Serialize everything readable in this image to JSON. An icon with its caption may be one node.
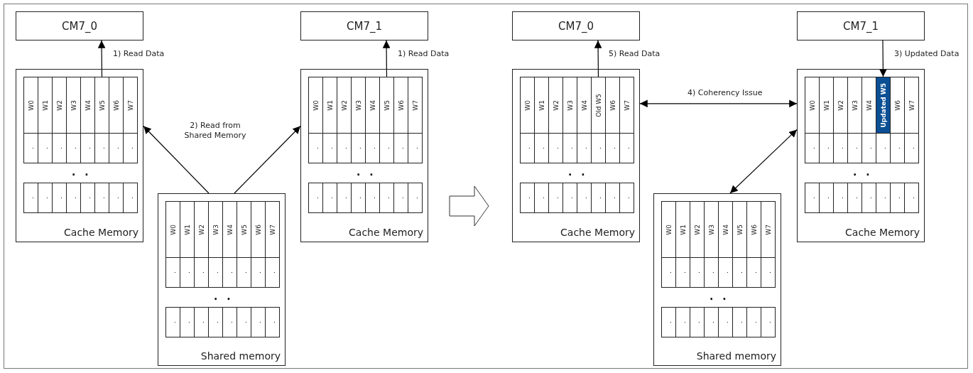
{
  "diagram": {
    "nodes": [
      {
        "text": [
          "CM7_0"
        ]
      },
      {
        "text": [
          "CM7_1"
        ]
      },
      {
        "text": [
          "CM7_0"
        ]
      },
      {
        "text": [
          "CM7_1"
        ]
      },
      {
        "text": [
          "Cache Memory"
        ]
      },
      {
        "text": [
          "W0"
        ],
        "in": 4
      },
      {
        "text": [
          "W1"
        ],
        "in": 4
      },
      {
        "text": [
          "W2"
        ],
        "in": 4
      },
      {
        "text": [
          "W3"
        ],
        "in": 4
      },
      {
        "text": [
          "W4"
        ],
        "in": 4
      },
      {
        "text": [
          "W5"
        ],
        "in": 4
      },
      {
        "text": [
          "W6"
        ],
        "in": 4
      },
      {
        "text": [
          "W7"
        ],
        "in": 4
      },
      {
        "text": [
          "."
        ],
        "in": 4
      },
      {
        "text": [
          "."
        ],
        "in": 4
      },
      {
        "text": [
          "."
        ],
        "in": 4
      },
      {
        "text": [
          "."
        ],
        "in": 4
      },
      {
        "text": [
          "."
        ],
        "in": 4
      },
      {
        "text": [
          "."
        ],
        "in": 4
      },
      {
        "text": [
          "."
        ],
        "in": 4
      },
      {
        "text": [
          "."
        ],
        "in": 4
      },
      {
        "text": [
          "."
        ],
        "in": 4
      },
      {
        "text": [
          "."
        ],
        "in": 4
      },
      {
        "text": [
          "."
        ],
        "in": 4
      },
      {
        "text": [
          "."
        ],
        "in": 4
      },
      {
        "text": [
          "."
        ],
        "in": 4
      },
      {
        "text": [
          "."
        ],
        "in": 4
      },
      {
        "text": [
          "."
        ],
        "in": 4
      },
      {
        "text": [
          "."
        ],
        "in": 4
      },
      {
        "text": [
          "Cache Memory"
        ]
      },
      {
        "text": [
          "W0"
        ],
        "in": 29
      },
      {
        "text": [
          "W1"
        ],
        "in": 29
      },
      {
        "text": [
          "W2"
        ],
        "in": 29
      },
      {
        "text": [
          "W3"
        ],
        "in": 29
      },
      {
        "text": [
          "W4"
        ],
        "in": 29
      },
      {
        "text": [
          "W5"
        ],
        "in": 29
      },
      {
        "text": [
          "W6"
        ],
        "in": 29
      },
      {
        "text": [
          "W7"
        ],
        "in": 29
      },
      {
        "text": [
          "."
        ],
        "in": 29
      },
      {
        "text": [
          "."
        ],
        "in": 29
      },
      {
        "text": [
          "."
        ],
        "in": 29
      },
      {
        "text": [
          "."
        ],
        "in": 29
      },
      {
        "text": [
          "."
        ],
        "in": 29
      },
      {
        "text": [
          "."
        ],
        "in": 29
      },
      {
        "text": [
          "."
        ],
        "in": 29
      },
      {
        "text": [
          "."
        ],
        "in": 29
      },
      {
        "text": [
          "."
        ],
        "in": 29
      },
      {
        "text": [
          "."
        ],
        "in": 29
      },
      {
        "text": [
          "."
        ],
        "in": 29
      },
      {
        "text": [
          "."
        ],
        "in": 29
      },
      {
        "text": [
          "."
        ],
        "in": 29
      },
      {
        "text": [
          "."
        ],
        "in": 29
      },
      {
        "text": [
          "."
        ],
        "in": 29
      },
      {
        "text": [
          "."
        ],
        "in": 29
      },
      {
        "text": [
          "Cache Memory"
        ]
      },
      {
        "text": [
          "W0"
        ],
        "in": 54
      },
      {
        "text": [
          "W1"
        ],
        "in": 54
      },
      {
        "text": [
          "W2"
        ],
        "in": 54
      },
      {
        "text": [
          "W3"
        ],
        "in": 54
      },
      {
        "text": [
          "W4"
        ],
        "in": 54
      },
      {
        "text": [
          "Old W5"
        ],
        "in": 54
      },
      {
        "text": [
          "W6"
        ],
        "in": 54
      },
      {
        "text": [
          "W7"
        ],
        "in": 54
      },
      {
        "text": [
          "."
        ],
        "in": 54
      },
      {
        "text": [
          "."
        ],
        "in": 54
      },
      {
        "text": [
          "."
        ],
        "in": 54
      },
      {
        "text": [
          "."
        ],
        "in": 54
      },
      {
        "text": [
          "."
        ],
        "in": 54
      },
      {
        "text": [
          "."
        ],
        "in": 54
      },
      {
        "text": [
          "."
        ],
        "in": 54
      },
      {
        "text": [
          "."
        ],
        "in": 54
      },
      {
        "text": [
          "."
        ],
        "in": 54
      },
      {
        "text": [
          "."
        ],
        "in": 54
      },
      {
        "text": [
          "."
        ],
        "in": 54
      },
      {
        "text": [
          "."
        ],
        "in": 54
      },
      {
        "text": [
          "."
        ],
        "in": 54
      },
      {
        "text": [
          "."
        ],
        "in": 54
      },
      {
        "text": [
          "."
        ],
        "in": 54
      },
      {
        "text": [
          "."
        ],
        "in": 54
      },
      {
        "text": [
          "Cache Memory"
        ]
      },
      {
        "text": [
          "W0"
        ],
        "in": 79
      },
      {
        "text": [
          "W1"
        ],
        "in": 79
      },
      {
        "text": [
          "W2"
        ],
        "in": 79
      },
      {
        "text": [
          "W3"
        ],
        "in": 79
      },
      {
        "text": [
          "W4"
        ],
        "in": 79
      },
      {
        "text": [
          "Updated W5"
        ],
        "in": 79
      },
      {
        "text": [
          "W6"
        ],
        "in": 79
      },
      {
        "text": [
          "W7"
        ],
        "in": 79
      },
      {
        "text": [
          "."
        ],
        "in": 79
      },
      {
        "text": [
          "."
        ],
        "in": 79
      },
      {
        "text": [
          "."
        ],
        "in": 79
      },
      {
        "text": [
          "."
        ],
        "in": 79
      },
      {
        "text": [
          "."
        ],
        "in": 79
      },
      {
        "text": [
          "."
        ],
        "in": 79
      },
      {
        "text": [
          "."
        ],
        "in": 79
      },
      {
        "text": [
          "."
        ],
        "in": 79
      },
      {
        "text": [
          "."
        ],
        "in": 79
      },
      {
        "text": [
          "."
        ],
        "in": 79
      },
      {
        "text": [
          "."
        ],
        "in": 79
      },
      {
        "text": [
          "."
        ],
        "in": 79
      },
      {
        "text": [
          "."
        ],
        "in": 79
      },
      {
        "text": [
          "."
        ],
        "in": 79
      },
      {
        "text": [
          "."
        ],
        "in": 79
      },
      {
        "text": [
          "."
        ],
        "in": 79
      },
      {
        "text": [
          "Shared memory"
        ]
      },
      {
        "text": [
          "W0"
        ],
        "in": 104
      },
      {
        "text": [
          "W1"
        ],
        "in": 104
      },
      {
        "text": [
          "W2"
        ],
        "in": 104
      },
      {
        "text": [
          "W3"
        ],
        "in": 104
      },
      {
        "text": [
          "W4"
        ],
        "in": 104
      },
      {
        "text": [
          "W5"
        ],
        "in": 104
      },
      {
        "text": [
          "W6"
        ],
        "in": 104
      },
      {
        "text": [
          "W7"
        ],
        "in": 104
      },
      {
        "text": [
          "."
        ],
        "in": 104
      },
      {
        "text": [
          "."
        ],
        "in": 104
      },
      {
        "text": [
          "."
        ],
        "in": 104
      },
      {
        "text": [
          "."
        ],
        "in": 104
      },
      {
        "text": [
          "."
        ],
        "in": 104
      },
      {
        "text": [
          "."
        ],
        "in": 104
      },
      {
        "text": [
          "."
        ],
        "in": 104
      },
      {
        "text": [
          "."
        ],
        "in": 104
      },
      {
        "text": [
          "."
        ],
        "in": 104
      },
      {
        "text": [
          "."
        ],
        "in": 104
      },
      {
        "text": [
          "."
        ],
        "in": 104
      },
      {
        "text": [
          "."
        ],
        "in": 104
      },
      {
        "text": [
          "."
        ],
        "in": 104
      },
      {
        "text": [
          "."
        ],
        "in": 104
      },
      {
        "text": [
          "."
        ],
        "in": 104
      },
      {
        "text": [
          "."
        ],
        "in": 104
      },
      {
        "text": [
          "Shared memory"
        ]
      },
      {
        "text": [
          "W0"
        ],
        "in": 129
      },
      {
        "text": [
          "W1"
        ],
        "in": 129
      },
      {
        "text": [
          "W2"
        ],
        "in": 129
      },
      {
        "text": [
          "W3"
        ],
        "in": 129
      },
      {
        "text": [
          "W4"
        ],
        "in": 129
      },
      {
        "text": [
          "W5"
        ],
        "in": 129
      },
      {
        "text": [
          "W6"
        ],
        "in": 129
      },
      {
        "text": [
          "W7"
        ],
        "in": 129
      },
      {
        "text": [
          "."
        ],
        "in": 129
      },
      {
        "text": [
          "."
        ],
        "in": 129
      },
      {
        "text": [
          "."
        ],
        "in": 129
      },
      {
        "text": [
          "."
        ],
        "in": 129
      },
      {
        "text": [
          "."
        ],
        "in": 129
      },
      {
        "text": [
          "."
        ],
        "in": 129
      },
      {
        "text": [
          "."
        ],
        "in": 129
      },
      {
        "text": [
          "."
        ],
        "in": 129
      },
      {
        "text": [
          "."
        ],
        "in": 129
      },
      {
        "text": [
          "."
        ],
        "in": 129
      },
      {
        "text": [
          "."
        ],
        "in": 129
      },
      {
        "text": [
          "."
        ],
        "in": 129
      },
      {
        "text": [
          "."
        ],
        "in": 129
      },
      {
        "text": [
          "."
        ],
        "in": 129
      },
      {
        "text": [
          "."
        ],
        "in": 129
      },
      {
        "text": [
          "."
        ],
        "in": 129
      }
    ],
    "edges": [
      {
        "from": 10,
        "to": 0,
        "arrow": "to",
        "label": "1) Read Data"
      },
      {
        "from": 35,
        "to": 1,
        "arrow": "to",
        "label": "1) Read Data"
      },
      {
        "from": 104,
        "to": 4,
        "arrow": "to",
        "label": "2) Read from Shared Memory"
      },
      {
        "from": 104,
        "to": 29,
        "arrow": "to"
      },
      {
        "from": 60,
        "to": 2,
        "arrow": "to",
        "label": "5) Read Data"
      },
      {
        "from": 3,
        "to": 85,
        "arrow": "to",
        "label": "3) Updated Data"
      },
      {
        "from": 54,
        "to": 79,
        "arrow": "both",
        "label": "4) Coherency Issue"
      },
      {
        "from": 79,
        "to": 129,
        "arrow": "both"
      }
    ],
    "labels": [
      ". .",
      ". .",
      ". .",
      ". .",
      ". .",
      ". ."
    ]
  }
}
